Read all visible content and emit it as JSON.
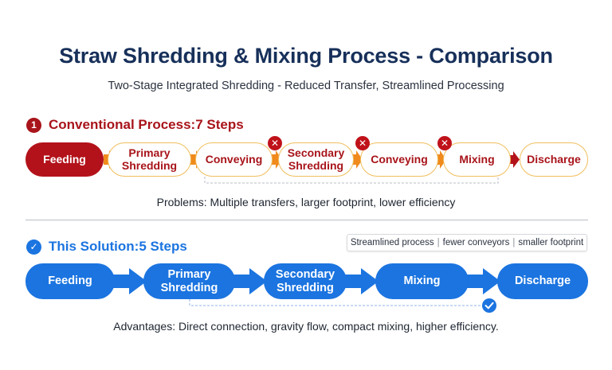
{
  "title": "Straw Shredding & Mixing Process - Comparison",
  "subtitle": "Two-Stage Integrated Shredding - Reduced Transfer, Streamlined Processing",
  "conventional": {
    "badge": "1",
    "heading": "Conventional Process:7 Steps",
    "steps": [
      "Feeding",
      "Primary\nShredding",
      "Conveying",
      "Secondary\nShredding",
      "Conveying",
      "Mixing",
      "Discharge"
    ],
    "problems": "Problems: Multiple transfers, larger footprint, lower efficiency",
    "colors": {
      "accent": "#b3121a",
      "border": "#f0be5c",
      "arrow": "#f08a1c"
    }
  },
  "solution": {
    "heading": "This Solution:5 Steps",
    "tags": [
      "Streamlined process",
      "fewer conveyors",
      "smaller footprint"
    ],
    "steps": [
      "Feeding",
      "Primary\nShredding",
      "Secondary\nShredding",
      "Mixing",
      "Discharge"
    ],
    "advantages": "Advantages: Direct connection, gravity flow, compact mixing, higher efficiency.",
    "colors": {
      "accent": "#1b74e0"
    }
  },
  "icons": {
    "conventional_badge": "number-one-circle-icon",
    "solution_badge": "checkmark-circle-icon",
    "removed_step": "x-circle-icon",
    "connected": "checkmark-circle-icon"
  }
}
